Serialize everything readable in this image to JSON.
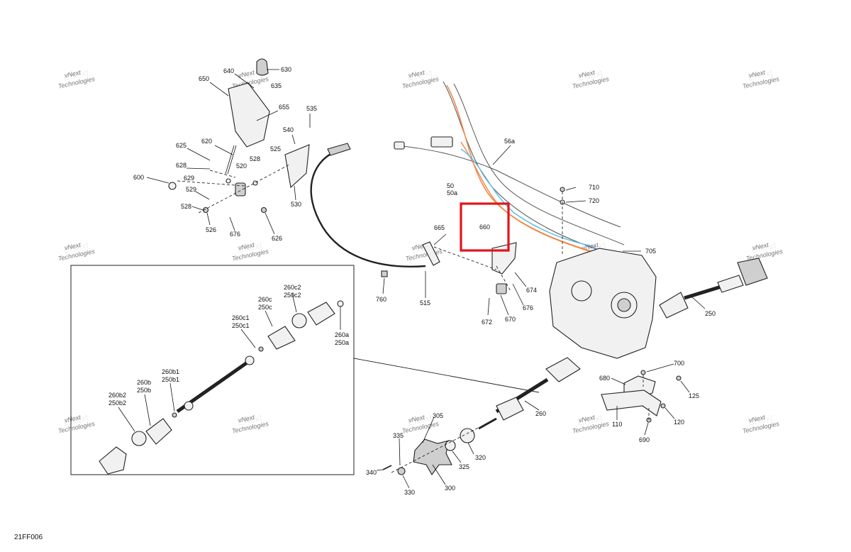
{
  "diagram": {
    "reference_code": "21FF006",
    "highlight_color": "#e0151b",
    "highlighted_callout": "660",
    "watermark_line1": "vNext",
    "watermark_line2": "Technologies",
    "watermark_logo": "ENext",
    "callouts": {
      "c630": "630",
      "c640": "640",
      "c635": "635",
      "c650": "650",
      "c655": "655",
      "c535": "535",
      "c540": "540",
      "c625": "625",
      "c620": "620",
      "c525": "525",
      "c528a": "528",
      "c628": "628",
      "c520": "520",
      "c629": "629",
      "c600": "600",
      "c529": "529",
      "c530": "530",
      "c528b": "528",
      "c526": "526",
      "c676a": "676",
      "c626": "626",
      "c56a": "56a",
      "c50": "50",
      "c50a": "50a",
      "c710": "710",
      "c720": "720",
      "c665": "665",
      "c660": "660",
      "c705": "705",
      "c674": "674",
      "c676b": "676",
      "c760": "760",
      "c515": "515",
      "c672": "672",
      "c670": "670",
      "c250": "250",
      "c260c2": "260c2",
      "c250c2": "250c2",
      "c260c": "260c",
      "c250c": "250c",
      "c260c1": "260c1",
      "c250c1": "250c1",
      "c260a": "260a",
      "c250a": "250a",
      "c260b1": "260b1",
      "c250b1": "250b1",
      "c260b": "260b",
      "c250b": "250b",
      "c260b2": "260b2",
      "c250b2": "250b2",
      "c700": "700",
      "c680": "680",
      "c125": "125",
      "c260": "260",
      "c305": "305",
      "c335": "335",
      "c110": "110",
      "c120": "120",
      "c320": "320",
      "c325": "325",
      "c340": "340",
      "c300": "300",
      "c330": "330",
      "c690": "690"
    }
  }
}
